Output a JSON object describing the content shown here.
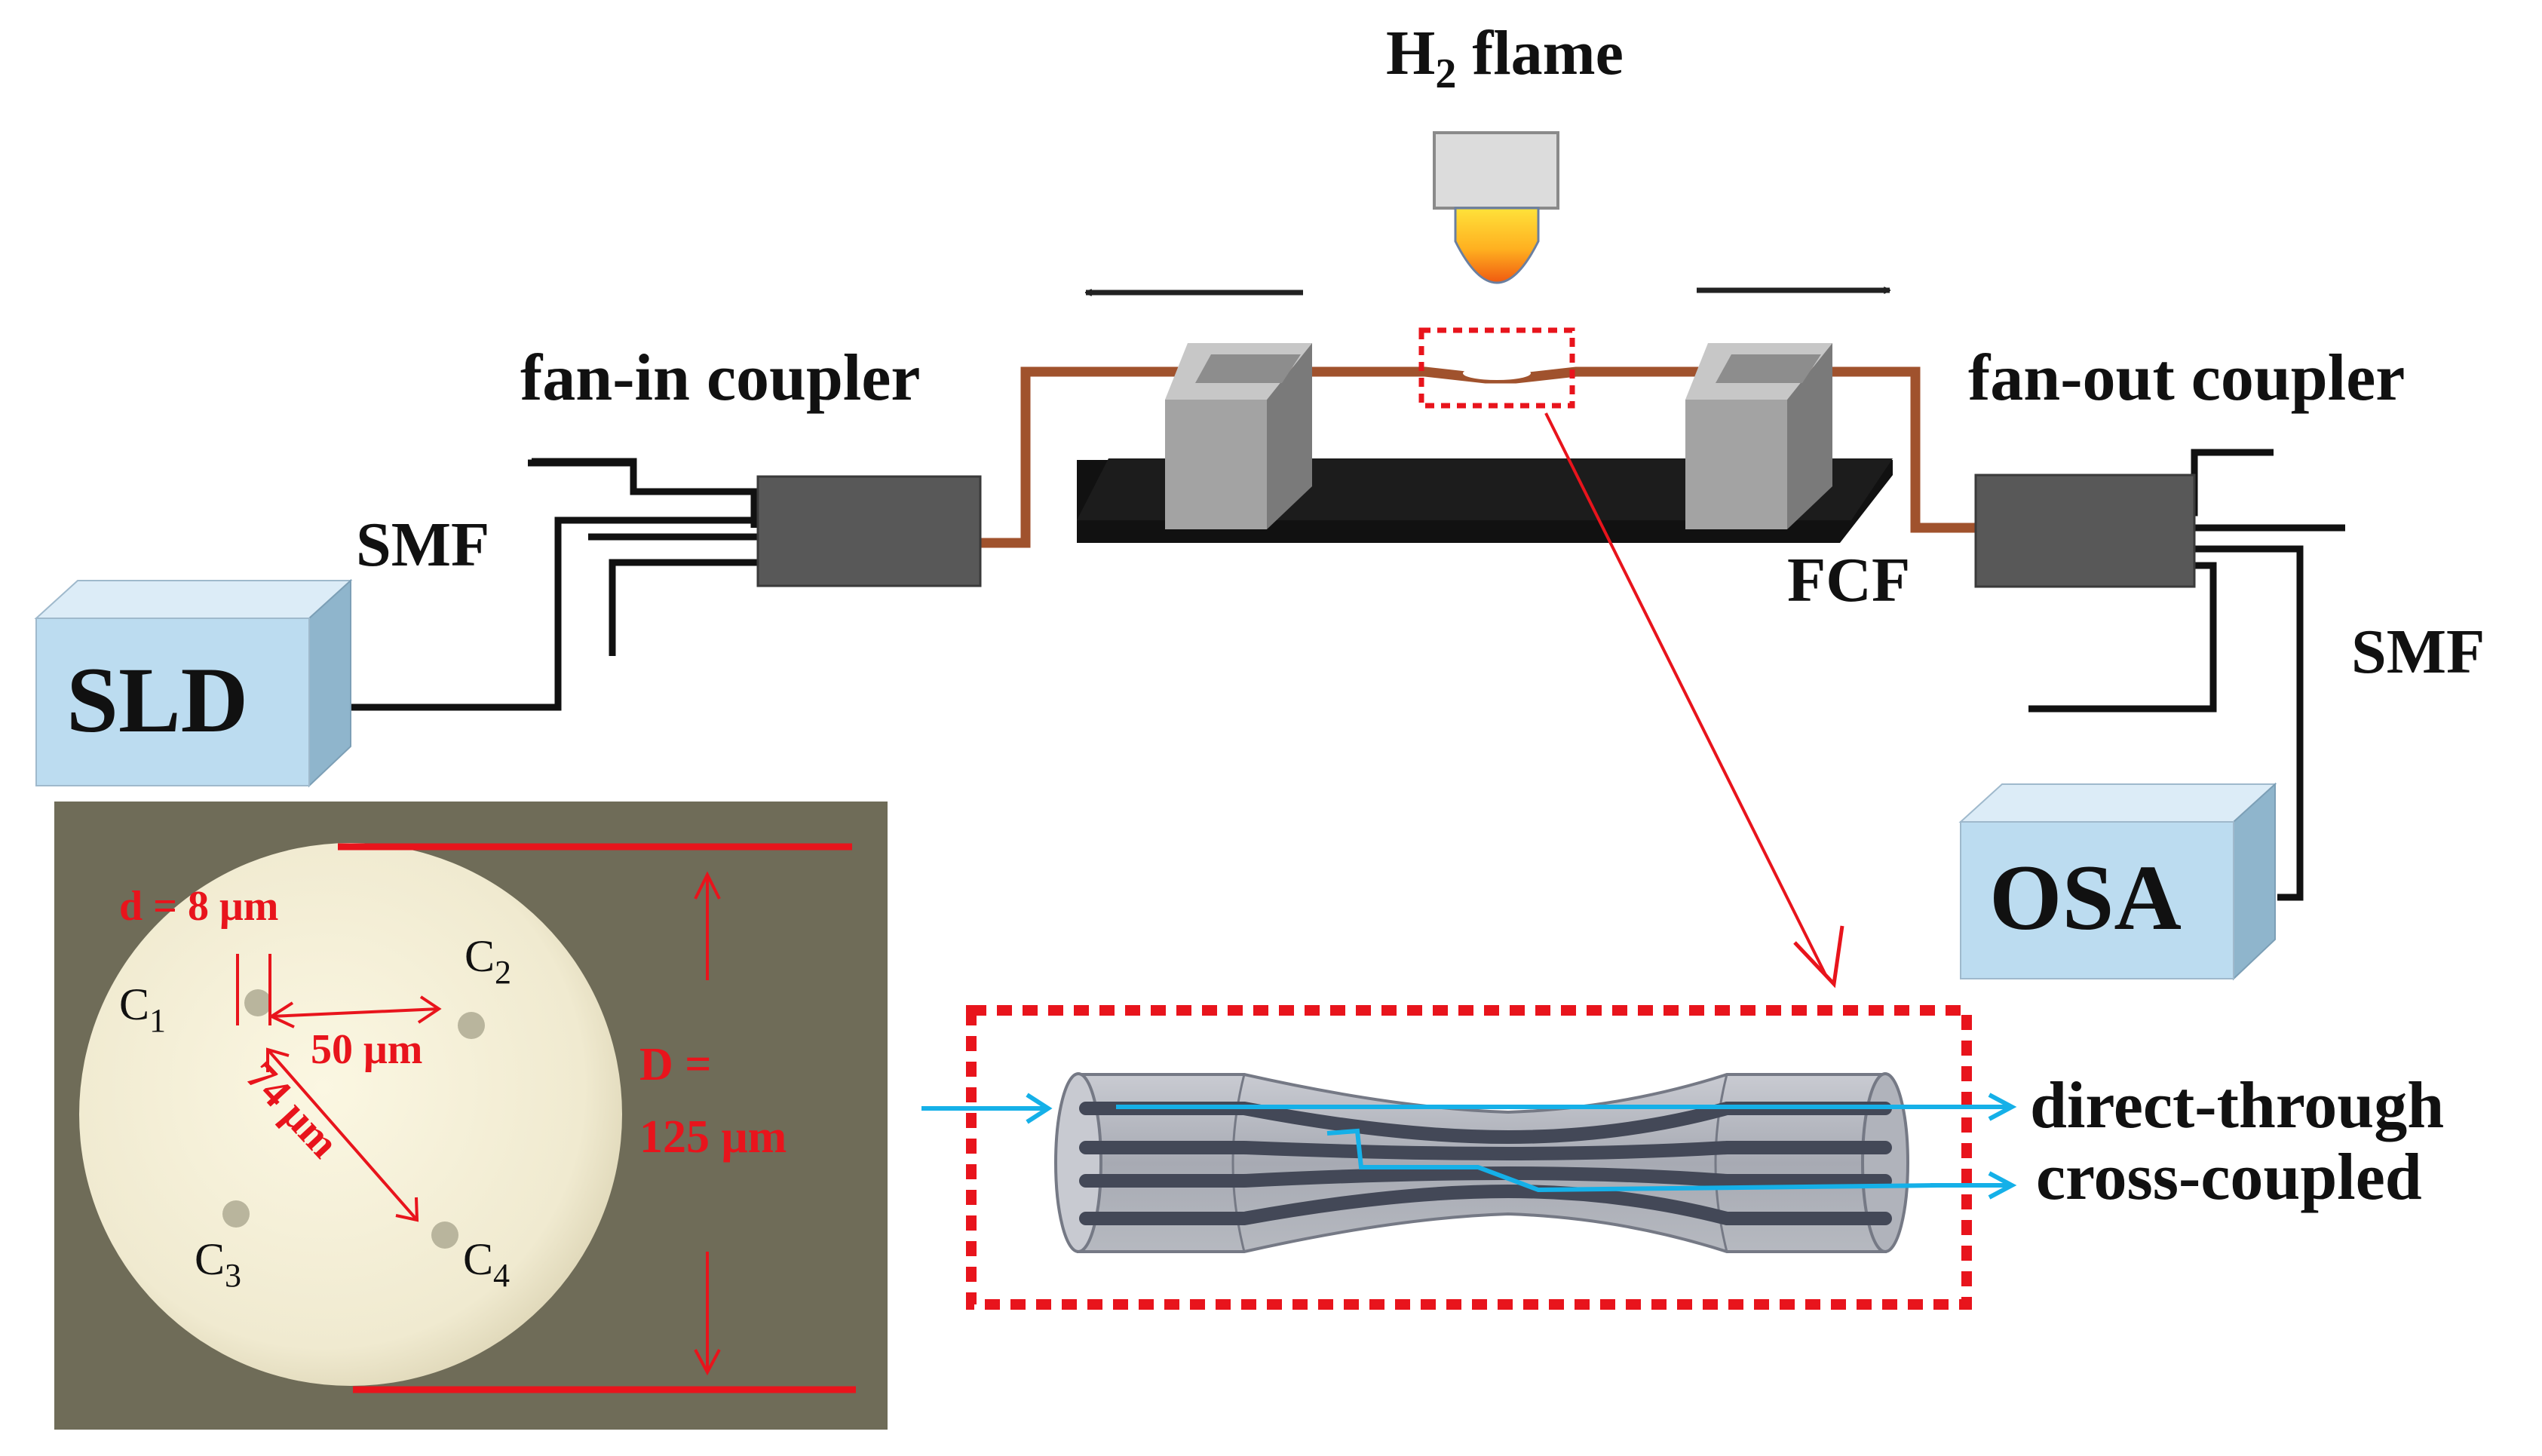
{
  "title": "",
  "labels": {
    "flame_main": "H",
    "flame_sub": "2",
    "flame_rest": " flame",
    "fan_in": "fan-in coupler",
    "fan_out": "fan-out coupler",
    "smf_left": "SMF",
    "smf_right": "SMF",
    "fcf": "FCF",
    "sld": "SLD",
    "osa": "OSA",
    "direct_through": "direct-through",
    "cross_coupled": "cross-coupled"
  },
  "photo": {
    "d_label": "d = 8 μm",
    "dist_50": "50 μm",
    "dist_74": "74 μm",
    "D_label_1": "D =",
    "D_label_2": "125 μm",
    "cores": [
      {
        "main": "C",
        "sub": "1"
      },
      {
        "main": "C",
        "sub": "2"
      },
      {
        "main": "C",
        "sub": "3"
      },
      {
        "main": "C",
        "sub": "4"
      }
    ]
  },
  "colors": {
    "fiber_brown": "#a0522d",
    "device_blue": "#bcdcf0",
    "coupler_gray": "#585858",
    "annotation_red": "#e8141c",
    "light_blue": "#15b0e8"
  }
}
